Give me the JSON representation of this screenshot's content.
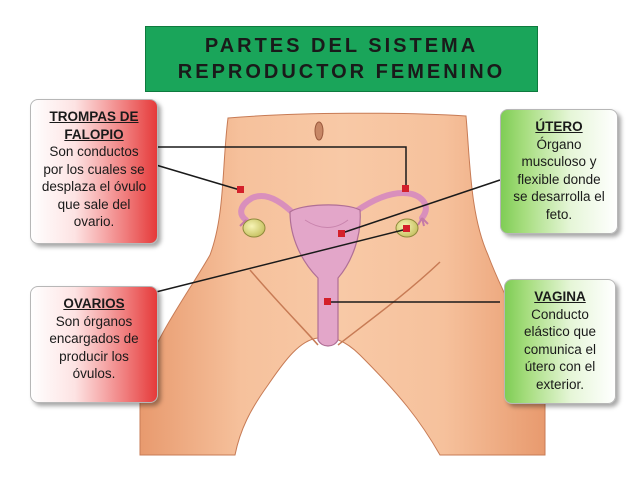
{
  "title": {
    "line1": "PARTES DEL SISTEMA",
    "line2": "REPRODUCTOR FEMENINO"
  },
  "colors": {
    "title_bg": "#1aa55a",
    "callout_red": "#e53a3a",
    "callout_green": "#7fcd55",
    "skin": "#f4b88f",
    "uterus": "#e3a6c9",
    "pointer": "#1a1a1a",
    "marker": "#d4202a"
  },
  "callouts": {
    "trompas": {
      "head": "TROMPAS DE FALOPIO",
      "lines": [
        "Son conductos",
        "por los cuales se",
        "desplaza el óvulo",
        "que sale del",
        "ovario."
      ]
    },
    "ovarios": {
      "head": "OVARIOS",
      "lines": [
        "Son órganos",
        "encargados de",
        "producir los",
        "óvulos."
      ]
    },
    "utero": {
      "head": "ÚTERO",
      "lines": [
        "Órgano",
        "musculoso y",
        "flexible donde",
        "se desarrolla el",
        "feto."
      ]
    },
    "vagina": {
      "head": "VAGINA",
      "lines": [
        "Conducto",
        "elástico  que",
        "comunica el",
        "útero con el",
        "exterior."
      ]
    }
  }
}
